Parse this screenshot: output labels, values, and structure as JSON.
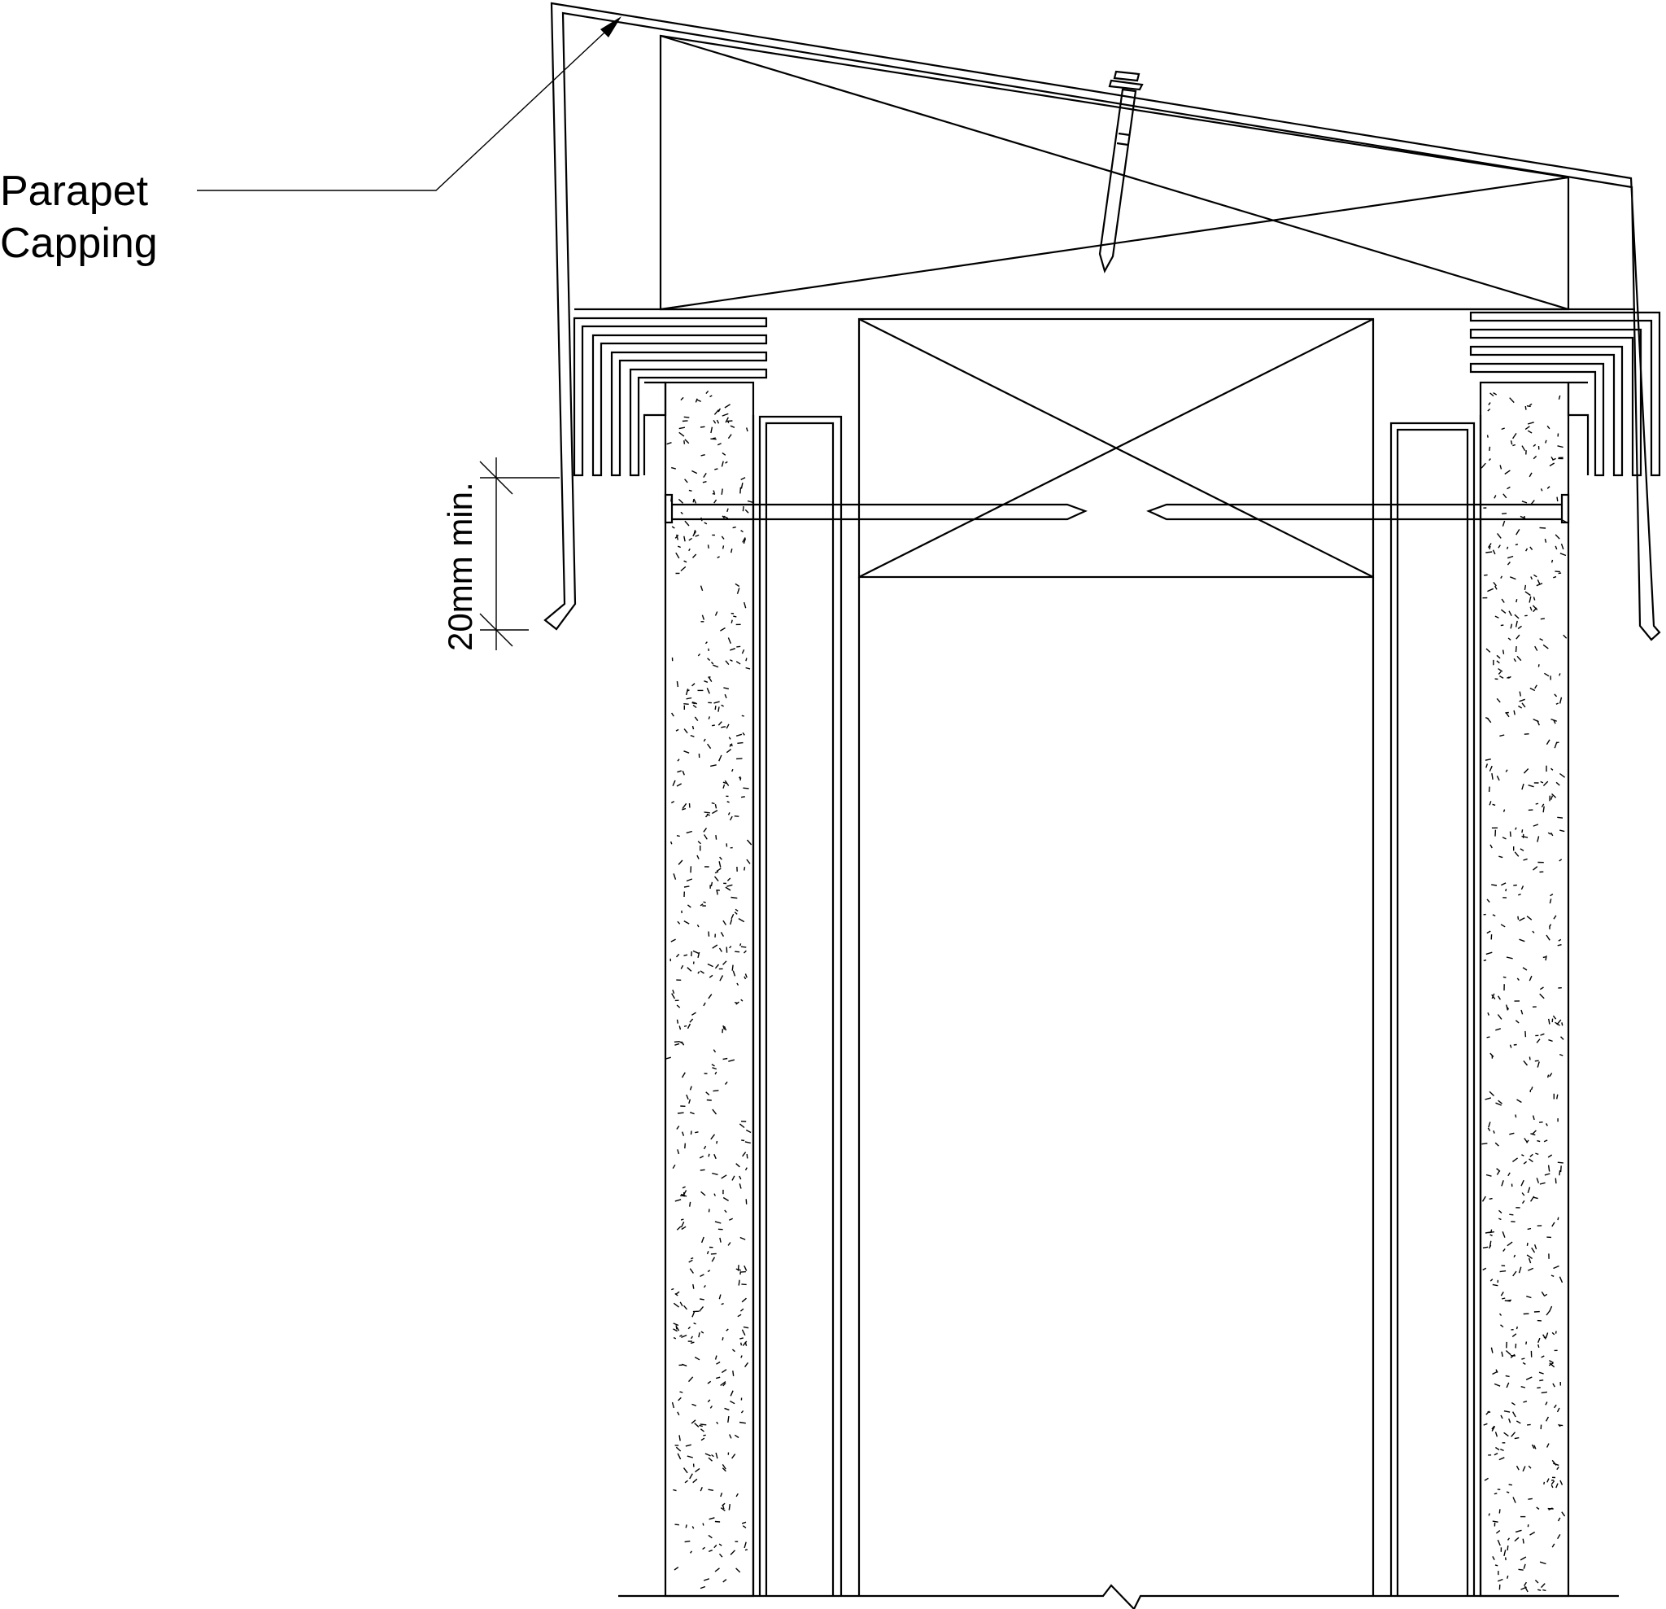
{
  "labels": {
    "capping_line1": "Parapet",
    "capping_line2": "Capping",
    "dimension": "20mm min."
  },
  "colors": {
    "line": "#000000",
    "background": "#ffffff"
  }
}
